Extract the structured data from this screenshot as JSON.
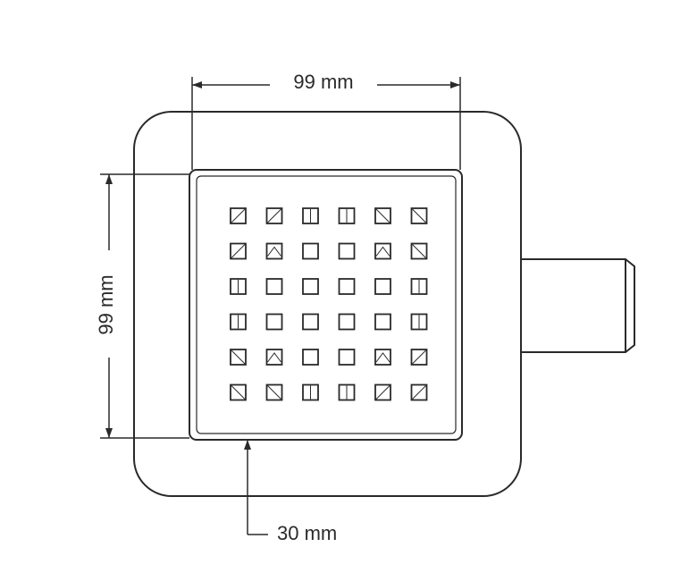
{
  "dimensions": {
    "top_width": "99 mm",
    "left_height": "99 mm",
    "bottom_depth": "30 mm"
  },
  "colors": {
    "line": "#2a2a2a",
    "text": "#2a2a2a",
    "background": "#ffffff"
  },
  "grate": {
    "rows": 6,
    "columns": 6
  }
}
